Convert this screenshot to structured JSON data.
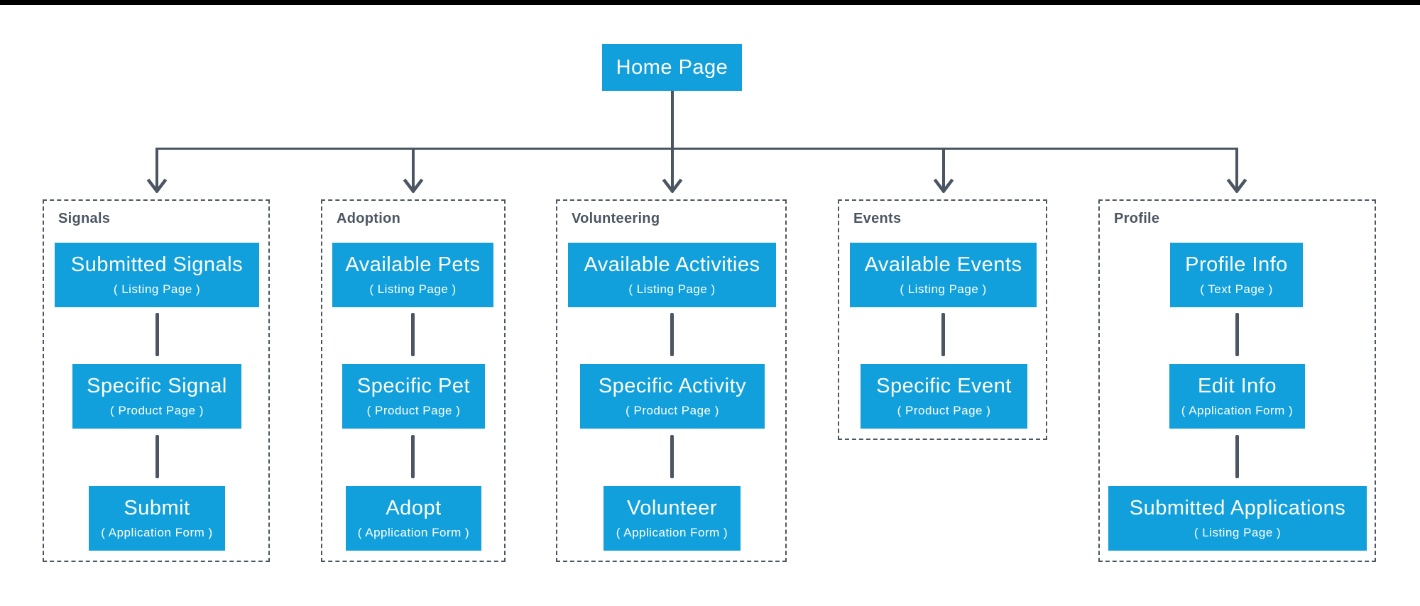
{
  "colors": {
    "node_blue": "#11A0DB",
    "line_slate": "#4B5662",
    "top_bar": "#000000",
    "background": "#ffffff"
  },
  "root_node": {
    "title": "Home Page"
  },
  "groups": [
    {
      "label": "Signals",
      "nodes": [
        {
          "title": "Submitted Signals",
          "subtitle": "( Listing Page )"
        },
        {
          "title": "Specific Signal",
          "subtitle": "( Product Page )"
        },
        {
          "title": "Submit",
          "subtitle": "( Application Form )"
        }
      ]
    },
    {
      "label": "Adoption",
      "nodes": [
        {
          "title": "Available Pets",
          "subtitle": "( Listing Page )"
        },
        {
          "title": "Specific Pet",
          "subtitle": "( Product Page )"
        },
        {
          "title": "Adopt",
          "subtitle": "( Application Form )"
        }
      ]
    },
    {
      "label": "Volunteering",
      "nodes": [
        {
          "title": "Available Activities",
          "subtitle": "( Listing Page )"
        },
        {
          "title": "Specific Activity",
          "subtitle": "( Product Page )"
        },
        {
          "title": "Volunteer",
          "subtitle": "( Application Form )"
        }
      ]
    },
    {
      "label": "Events",
      "nodes": [
        {
          "title": "Available Events",
          "subtitle": "( Listing Page )"
        },
        {
          "title": "Specific Event",
          "subtitle": "( Product Page )"
        }
      ]
    },
    {
      "label": "Profile",
      "nodes": [
        {
          "title": "Profile Info",
          "subtitle": "( Text Page )"
        },
        {
          "title": "Edit Info",
          "subtitle": "( Application Form )"
        },
        {
          "title": "Submitted Applications",
          "subtitle": "( Listing Page )"
        }
      ]
    }
  ]
}
